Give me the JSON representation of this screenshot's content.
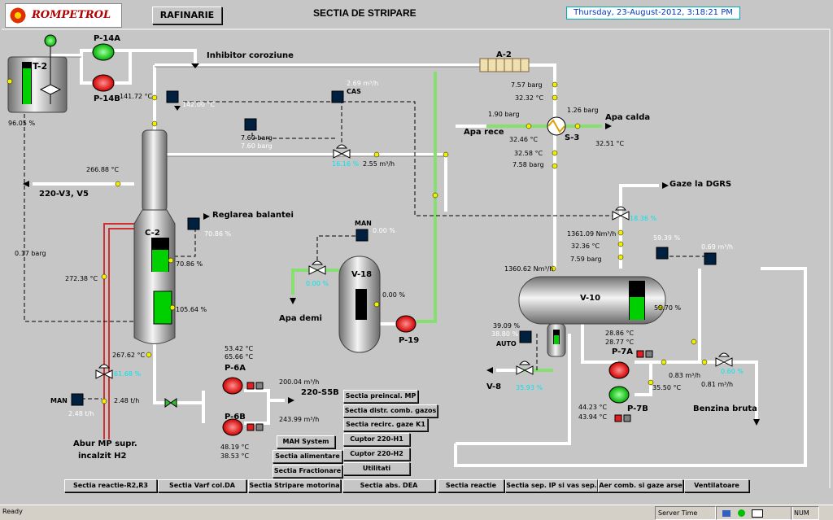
{
  "header": {
    "logo_text": "ROMPETROL",
    "rafinarie_button": "RAFINARIE",
    "title": "SECTIA DE STRIPARE",
    "datetime": "Thursday, 23-August-2012, 3:18:21 PM"
  },
  "equipment": {
    "t2": "T-2",
    "p14a": "P-14A",
    "p14b": "P-14B",
    "a2": "A-2",
    "s3": "S-3",
    "c2": "C-2",
    "v18": "V-18",
    "p19": "P-19",
    "v10": "V-10",
    "v8": "V-8",
    "p7a": "P-7A",
    "p7b": "P-7B",
    "p6a": "P-6A",
    "p6b": "P-6B"
  },
  "labels": {
    "inhibitor": "Inhibitor coroziune",
    "apa_calda": "Apa calda",
    "apa_rece": "Apa rece",
    "gaze_dgrs": "Gaze la DGRS",
    "reglarea": "Reglarea balantei",
    "v3v5": "220-V3, V5",
    "apa_demi": "Apa demi",
    "benzina": "Benzina bruta",
    "abur_1": "Abur MP supr.",
    "abur_2": "incalzit H2",
    "s5b": "220-S5B",
    "cas": "CAS",
    "man1": "MAN",
    "man2": "MAN",
    "auto": "AUTO"
  },
  "values": {
    "t2_level": "96.05 %",
    "p14_temp": "141.72 °C",
    "top_temp_sp": "142.00 °C",
    "cas_flow_sp": "2.69 m³/h",
    "cas_flow": "2.55 m³/h",
    "valve_cas": "16.16 %",
    "press_760a": "7.60 barg",
    "press_760b": "7.60 barg",
    "c2_temp_in": "266.88 °C",
    "c2_level_sp": "70.86 %",
    "c2_level": "70.86 %",
    "c2_bottom_level": "105.64 %",
    "press_017": "0.17 barg",
    "temp_27238": "272.38 °C",
    "temp_26762": "267.62 °C",
    "valve_abur": "61.68 %",
    "abur_flow": "2.48 t/h",
    "abur_flow_sp": "2.48 t/h",
    "p6_temp1": "53.42 °C",
    "p6_temp2": "65.66 °C",
    "flow_20004": "200.04 m³/h",
    "flow_24399": "243.99 m³/h",
    "p6b_temp1": "48.19 °C",
    "p6b_temp2": "38.53 °C",
    "a2_press": "7.57 barg",
    "a2_temp": "32.32 °C",
    "apa_rece_press": "1.90 barg",
    "s3_press": "1.26 barg",
    "s3_temp_in": "32.46 °C",
    "s3_temp_out": "32.51 °C",
    "s3_temp2": "32.58 °C",
    "s3_press2": "7.58 barg",
    "valve_dgrs": "18.36 %",
    "v18_man": "0.00 %",
    "v18_level": "0.00 %",
    "valve_demi": "0.00 %",
    "gas_flow": "1361.09 Nm³/h",
    "gas_temp": "32.36 °C",
    "gas_press": "7.59 barg",
    "gas_flow2": "1360.62 Nm³/h",
    "v10_level_sp": "59.39 %",
    "v10_level": "59.70 %",
    "benz_flow_sp": "0.69 m³/h",
    "boot_level": "39.09 %",
    "boot_level_sp": "38.80 %",
    "v8_valve": "35.93 %",
    "p7_temp1": "28.86 °C",
    "p7_temp2": "28.77 °C",
    "flow_083": "0.83 m³/h",
    "flow_081": "0.81 m³/h",
    "valve_benz": "0.60 %",
    "temp_3550": "35.50 °C",
    "p7b_temp1": "44.23 °C",
    "p7b_temp2": "43.94 °C"
  },
  "sections": {
    "preincal": "Sectia preincal. MP",
    "distr": "Sectia distr. comb. gazos",
    "recirc": "Sectia recirc. gaze  K1",
    "man_system": "MAH System",
    "cuptor_h1": "Cuptor 220-H1",
    "alimentare": "Sectia alimentare",
    "cuptor_h2": "Cuptor 220-H2",
    "fractionare": "Sectia Fractionare",
    "utilitati": "Utilitati"
  },
  "bottom_nav": [
    "Sectia reactie-R2,R3",
    "Sectia Varf col.DA",
    "Sectia Stripare motorina",
    "Sectia abs. DEA",
    "Sectia reactie",
    "Sectia sep. IP si vas sep.",
    "Aer comb. si gaze arse",
    "Ventilatoare"
  ],
  "status": {
    "ready": "Ready",
    "server_time": "Server Time",
    "num": "NUM"
  },
  "colors": {
    "background": "#c6c6c6",
    "pipe_green": "#86e070",
    "pipe_red": "#d03030",
    "level_green": "#00d000",
    "cyan_value": "#00e5ee"
  }
}
